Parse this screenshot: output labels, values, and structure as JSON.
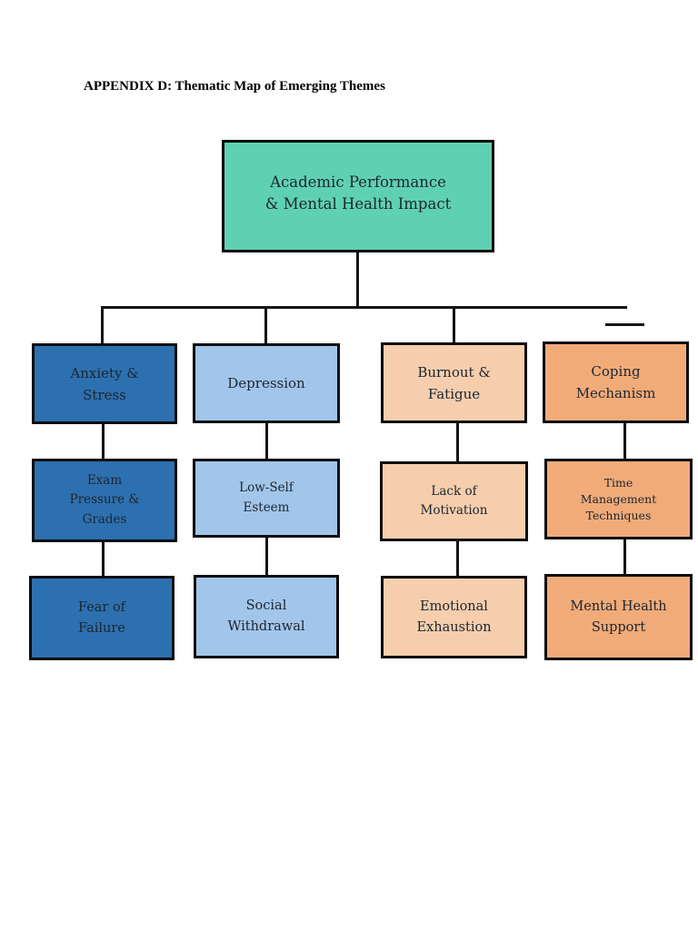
{
  "page": {
    "heading": "APPENDIX D: Thematic Map of Emerging Themes"
  },
  "diagram": {
    "type": "thematic-map-tree",
    "root": {
      "label": "Academic Performance\n& Mental Health Impact",
      "color": "#5FD1B3"
    },
    "columns": [
      {
        "color": "#2D70B0",
        "theme": {
          "label": "Anxiety &\nStress"
        },
        "subthemes": [
          {
            "label": "Exam\nPressure &\nGrades"
          },
          {
            "label": "Fear of\nFailure"
          }
        ]
      },
      {
        "color": "#A1C6E9",
        "theme": {
          "label": "Depression"
        },
        "subthemes": [
          {
            "label": "Low-Self\nEsteem"
          },
          {
            "label": "Social\nWithdrawal"
          }
        ]
      },
      {
        "color": "#F6CEAD",
        "theme": {
          "label": "Burnout &\nFatigue"
        },
        "subthemes": [
          {
            "label": "Lack of\nMotivation"
          },
          {
            "label": "Emotional\nExhaustion"
          }
        ]
      },
      {
        "color": "#F1AB79",
        "theme": {
          "label": "Coping\nMechanism"
        },
        "subthemes": [
          {
            "label": "Time\nManagement\nTechniques"
          },
          {
            "label": "Mental Health\nSupport"
          }
        ]
      }
    ]
  }
}
